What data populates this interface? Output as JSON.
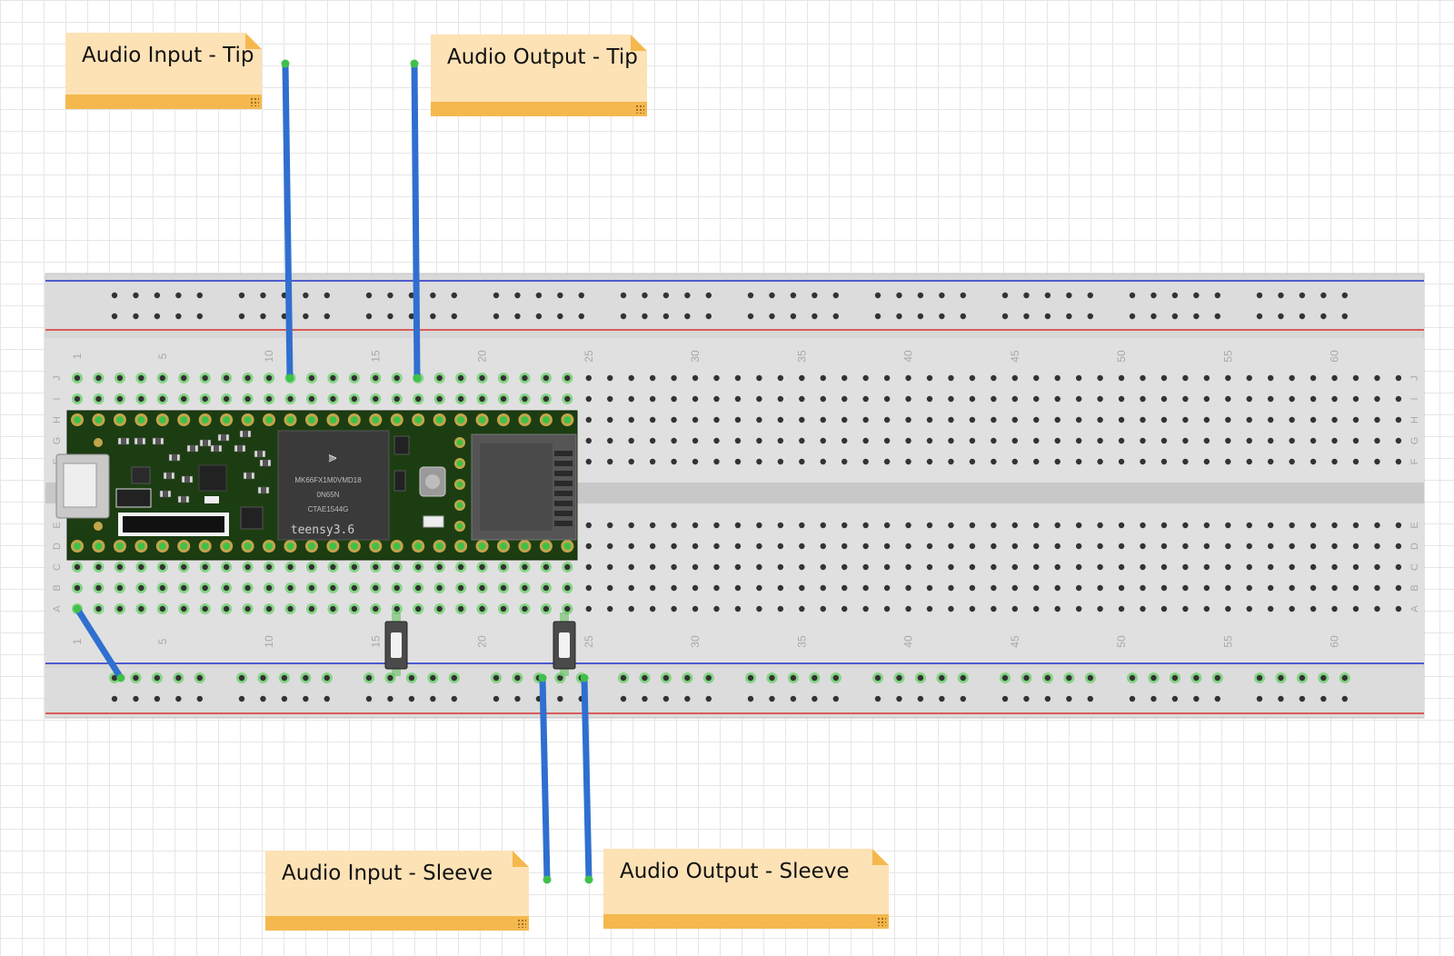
{
  "notes": {
    "audio_input_tip": "Audio Input - Tip",
    "audio_output_tip": "Audio Output - Tip",
    "audio_input_sleeve": "Audio Input - Sleeve",
    "audio_output_sleeve": "Audio Output - Sleeve"
  },
  "board": {
    "column_labels": [
      "1",
      "5",
      "10",
      "15",
      "20",
      "25",
      "30",
      "35",
      "40",
      "45",
      "50",
      "55",
      "60"
    ],
    "row_labels_top": [
      "J",
      "I",
      "H",
      "G",
      "F"
    ],
    "row_labels_bottom": [
      "E",
      "D",
      "C",
      "B",
      "A"
    ]
  },
  "teensy": {
    "chip_lines": [
      "MK66FX1M0VMD18",
      "0N65N",
      "CTAE1544G"
    ],
    "silkscreen": "teensy3.6"
  },
  "colors": {
    "grid": "#e6e6e6",
    "note_fill": "#fde2b6",
    "note_bar": "#f5b84e",
    "wire": "#2f6fd0",
    "pcb": "#1c3d12",
    "rail_red": "#d83030",
    "rail_blue": "#2030c8"
  }
}
